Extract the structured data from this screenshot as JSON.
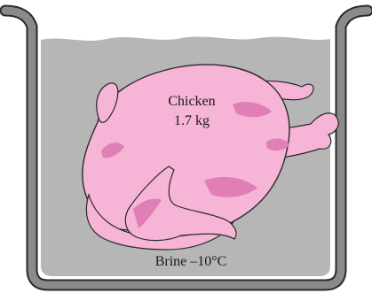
{
  "diagram": {
    "chicken": {
      "name": "Chicken",
      "mass": "1.7 kg"
    },
    "brine": {
      "label": "Brine –10°C"
    }
  },
  "colors": {
    "brine_fill": "#b6b6b6",
    "container_wall": "#8a8a8a",
    "chicken_fill": "#f6b4d7",
    "chicken_shade": "#e07fb6",
    "outline": "#2a2a2a"
  }
}
